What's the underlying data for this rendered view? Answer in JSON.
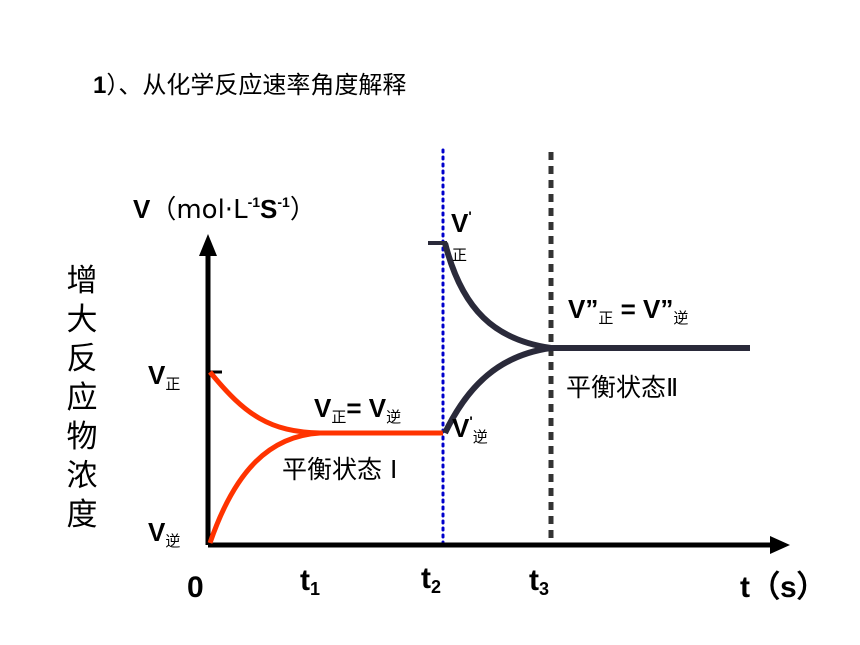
{
  "heading": {
    "num": "1",
    "text": "）、从化学反应速率角度解释"
  },
  "y_axis": {
    "label_v": "V",
    "unit_open": "（mol·L",
    "exp1": "-1",
    "unit_s": "S",
    "exp2": "-1",
    "unit_close": "）"
  },
  "side_label": [
    "增",
    "大",
    "反",
    "应",
    "物",
    "浓",
    "度"
  ],
  "x_axis": {
    "zero": "0",
    "t1": "t",
    "t1_sub": "1",
    "t2": "t",
    "t2_sub": "2",
    "t3": "t",
    "t3_sub": "3",
    "t_unit_t": "t",
    "t_unit_s": "（s）"
  },
  "labels": {
    "v_zheng_v": "V",
    "v_zheng_sub": "正",
    "v_ni_v": "V",
    "v_ni_sub": "逆",
    "eq1_v1": "V",
    "eq1_sub1": "正",
    "eq1_mid": "= V",
    "eq1_sub2": "逆",
    "state1": "平衡状态 I",
    "vp_zheng_v": "V",
    "vp_zheng_prime": "'",
    "vp_zheng_sub": "正",
    "vp_ni_v": "V",
    "vp_ni_prime": "'",
    "vp_ni_sub": "逆",
    "eq2_v1": "V”",
    "eq2_sub1": "正",
    "eq2_mid": " = V”",
    "eq2_sub2": "逆",
    "state2": "平衡状态Ⅱ"
  },
  "colors": {
    "phase1": "#ff3300",
    "phase2": "#2a2a3a",
    "axis": "#000000",
    "t2_line": "#0000cc",
    "t3_line": "#333333"
  }
}
